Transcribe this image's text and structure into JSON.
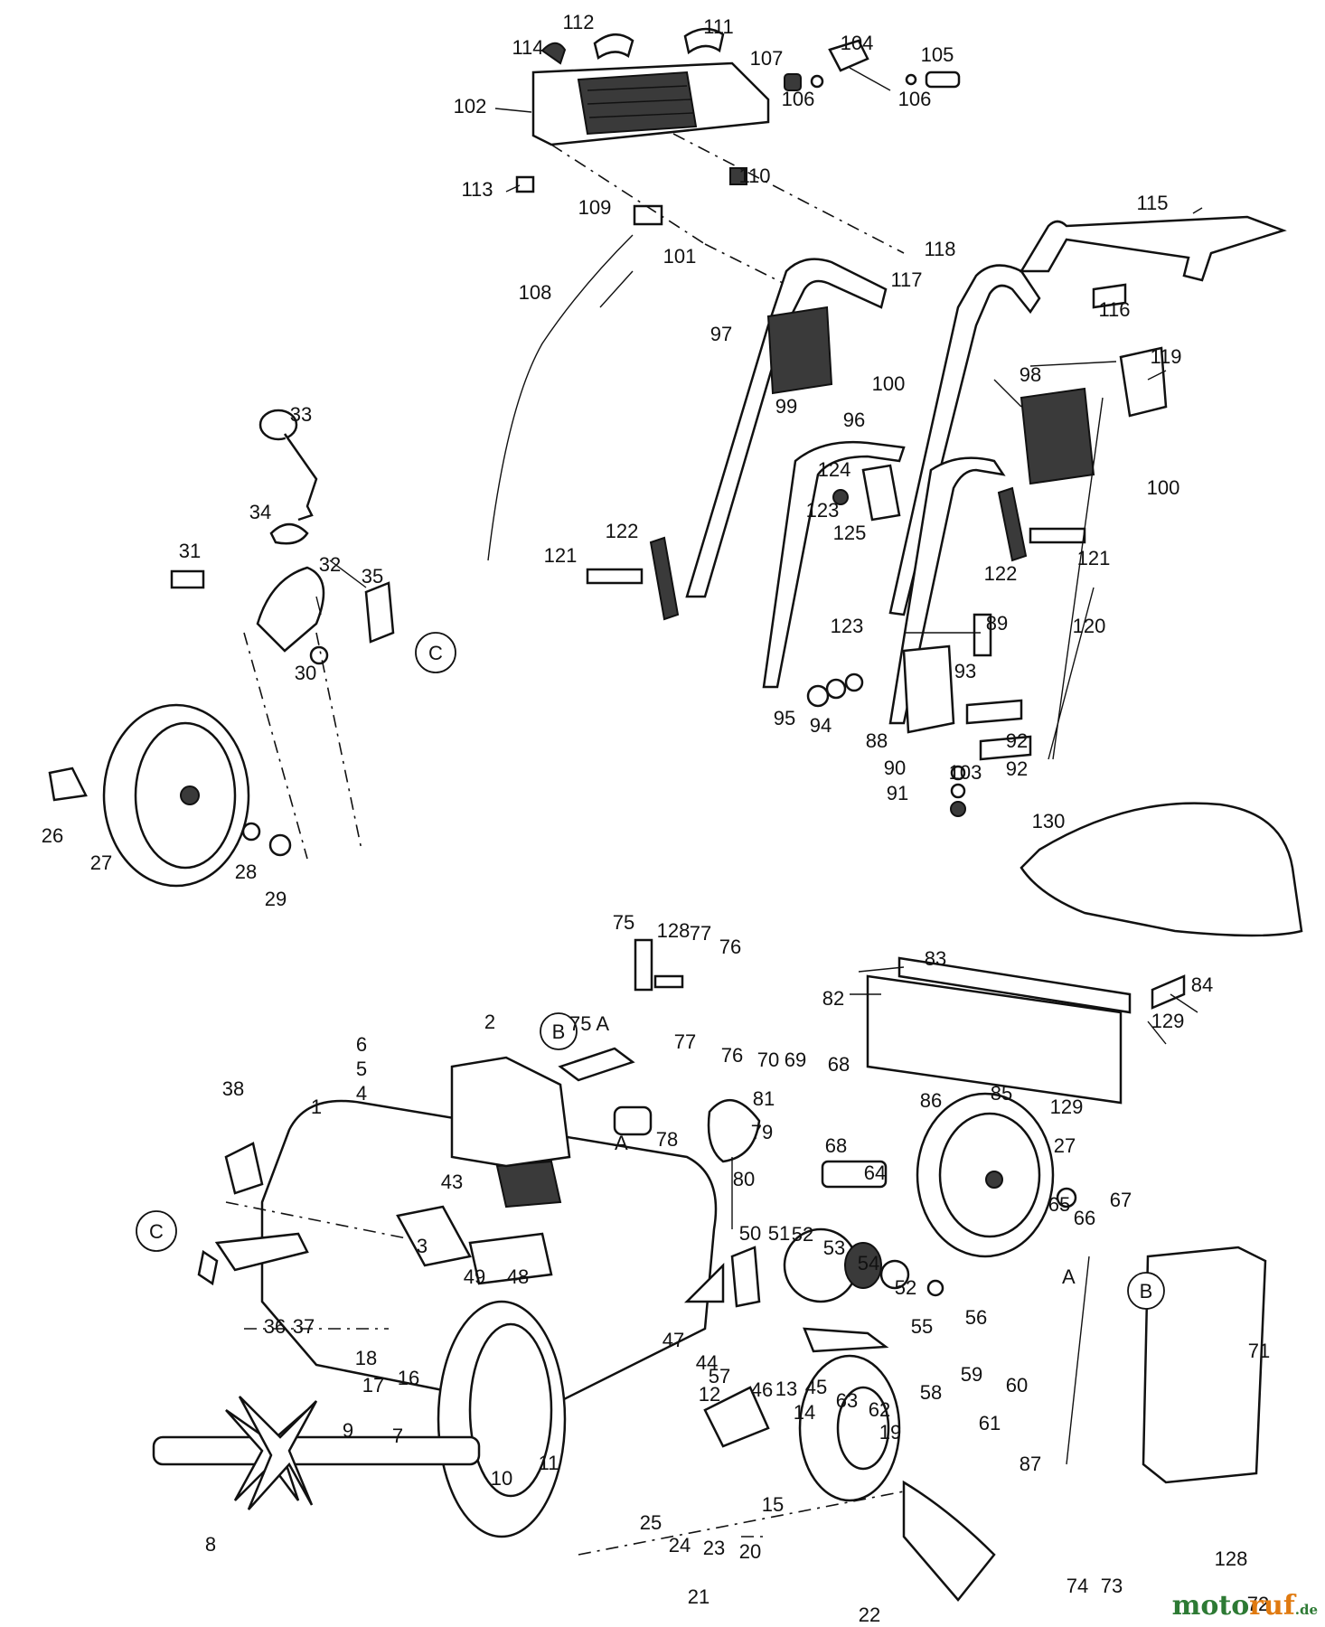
{
  "callout_labels": [
    "A",
    "B",
    "C"
  ],
  "part_labels": [
    "1",
    "2",
    "3",
    "4",
    "5",
    "6",
    "7",
    "8",
    "9",
    "10",
    "11",
    "12",
    "13",
    "14",
    "15",
    "16",
    "17",
    "18",
    "19",
    "20",
    "21",
    "22",
    "23",
    "24",
    "25",
    "26",
    "27",
    "28",
    "29",
    "30",
    "31",
    "32",
    "33",
    "34",
    "35",
    "36",
    "37",
    "38",
    "43",
    "44",
    "45",
    "46",
    "47",
    "48",
    "49",
    "50",
    "51",
    "52",
    "53",
    "54",
    "55",
    "56",
    "57",
    "58",
    "59",
    "60",
    "61",
    "62",
    "63",
    "64",
    "65",
    "66",
    "67",
    "68",
    "69",
    "70",
    "71",
    "72",
    "73",
    "74",
    "75",
    "75 A",
    "76",
    "77",
    "78",
    "79",
    "80",
    "81",
    "82",
    "83",
    "84",
    "85",
    "86",
    "87",
    "88",
    "89",
    "90",
    "91",
    "92",
    "93",
    "94",
    "95",
    "96",
    "97",
    "98",
    "99",
    "100",
    "101",
    "102",
    "103",
    "104",
    "105",
    "106",
    "107",
    "108",
    "109",
    "110",
    "111",
    "112",
    "113",
    "114",
    "115",
    "116",
    "117",
    "118",
    "119",
    "120",
    "121",
    "122",
    "123",
    "124",
    "125",
    "128",
    "129",
    "130"
  ],
  "watermark": {
    "part1": "moto",
    "part2": "ruf",
    "part3": ".de"
  }
}
